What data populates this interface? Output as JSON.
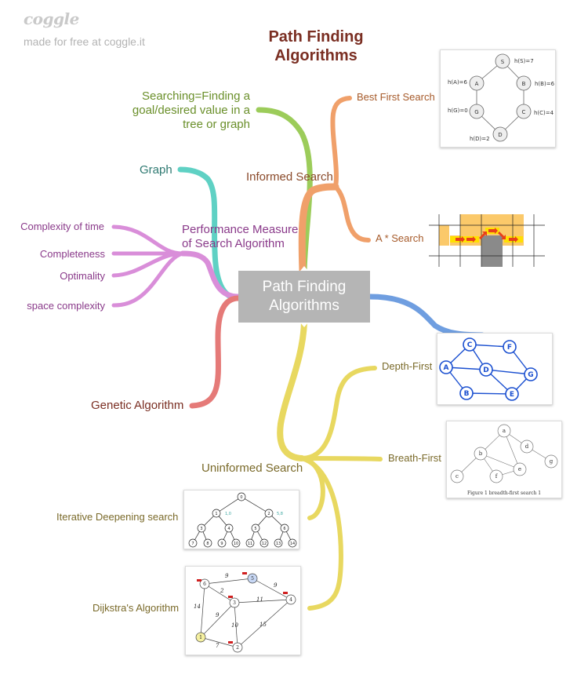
{
  "brand": {
    "logo": "coggle",
    "tagline": "made for free at coggle.it"
  },
  "title": {
    "line1": "Path Finding",
    "line2": "Algorithms"
  },
  "central": {
    "line1": "Path Finding",
    "line2": "Algorithms"
  },
  "colors": {
    "green": "#9ccc5a",
    "orange": "#f0a06a",
    "teal": "#5fd1c4",
    "purple": "#d98ed9",
    "red": "#e57a78",
    "blue": "#6f9ee0",
    "yellow": "#e8d860"
  },
  "nodes": {
    "searching": {
      "line1": "Searching=Finding a",
      "line2": "goal/desired value in a",
      "line3": "tree or graph",
      "color": "#6a8f2a"
    },
    "informed": {
      "label": "Informed Search",
      "color": "#8a4a2a"
    },
    "best_first": {
      "label": "Best First Search",
      "color": "#a65a2a"
    },
    "a_star": {
      "label": "A * Search",
      "color": "#a65a2a"
    },
    "graph": {
      "label": "Graph",
      "color": "#2f7a72"
    },
    "performance": {
      "line1": "Performance Measure",
      "line2": "of Search Algorithm",
      "color": "#8a3a8a"
    },
    "perf_items": [
      "Complexity of time",
      "Completeness",
      "Optimality",
      "space complexity"
    ],
    "perf_item_color": "#8a3a8a",
    "genetic": {
      "label": "Genetic Algorithm",
      "color": "#7a2e22"
    },
    "uninformed": {
      "label": "Uninformed Search",
      "color": "#7a6a2a"
    },
    "depth_first": {
      "label": "Depth-First",
      "color": "#7a6a2a"
    },
    "breath_first": {
      "label": "Breath-First",
      "color": "#7a6a2a"
    },
    "iterative": {
      "label": "Iterative Deepening search",
      "color": "#7a6a2a"
    },
    "dijkstra": {
      "label": "Dijkstra's Algorithm",
      "color": "#7a6a2a"
    }
  },
  "images": {
    "best_first_tree": {
      "labels": [
        "S",
        "A",
        "B",
        "G",
        "C",
        "D"
      ],
      "heuristics": [
        "h(S)=7",
        "h(A)=6",
        "h(B)=6",
        "h(G)=0",
        "h(C)=4",
        "h(D)=2"
      ]
    },
    "depth_graph": {
      "labels": [
        "C",
        "F",
        "A",
        "D",
        "G",
        "B",
        "E"
      ]
    },
    "breadth_graph": {
      "labels": [
        "a",
        "b",
        "d",
        "g",
        "e",
        "f",
        "c"
      ],
      "caption": "Figure 1  breadth-first search 1"
    },
    "iddfs_tree": {
      "nodes": [
        "0",
        "1",
        "2",
        "3",
        "4",
        "5",
        "6",
        "7",
        "8",
        "9",
        "10",
        "11",
        "12",
        "13",
        "14"
      ],
      "edge_labels": [
        "1,0",
        "5,8"
      ]
    },
    "dijkstra_graph": {
      "nodes": [
        "6",
        "5",
        "3",
        "4",
        "1",
        "2"
      ],
      "weights": [
        "9",
        "2",
        "9",
        "11",
        "14",
        "9",
        "10",
        "15",
        "7"
      ]
    }
  }
}
